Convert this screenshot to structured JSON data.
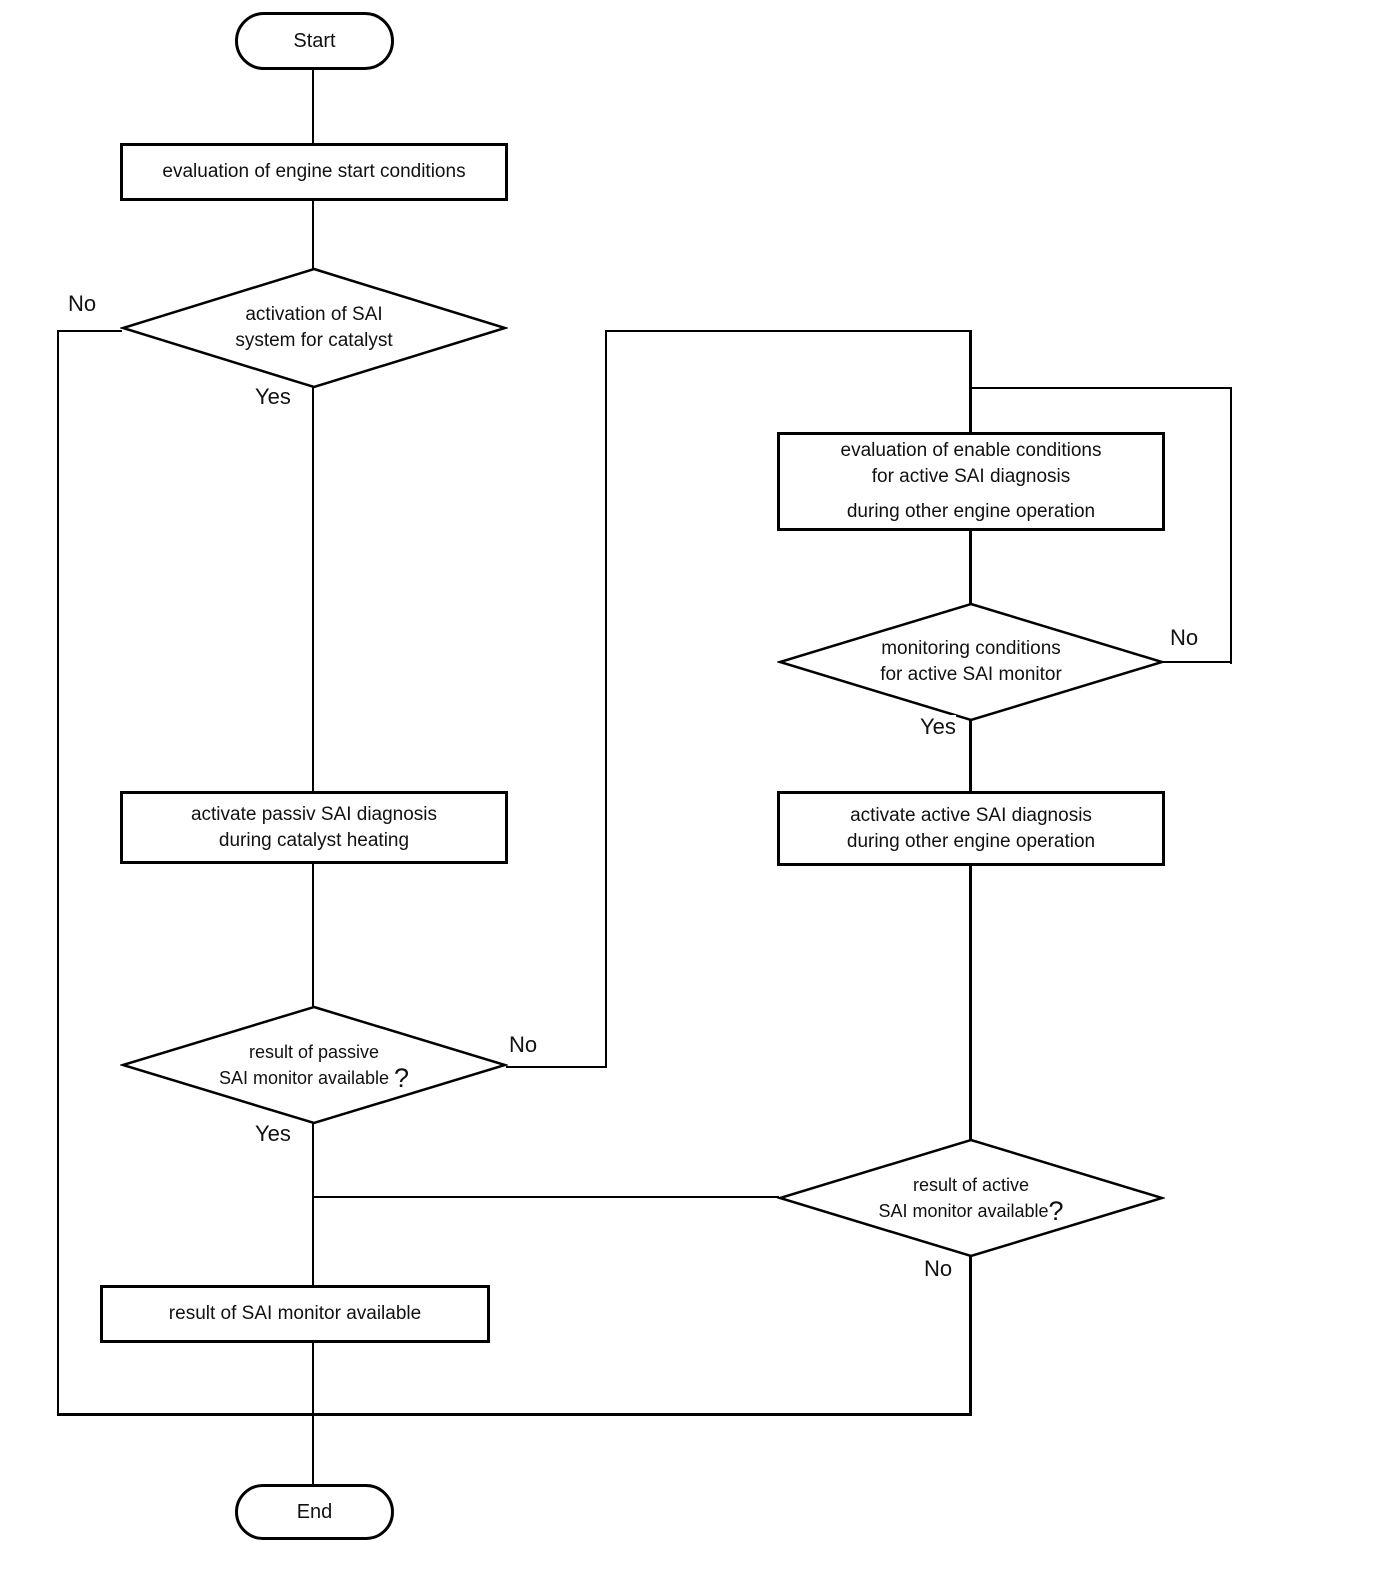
{
  "diagram": {
    "nodes": {
      "start": {
        "label": "Start"
      },
      "eval_start": {
        "label": "evaluation of engine start conditions"
      },
      "d_activation": {
        "lines": [
          "activation of SAI",
          "system for catalyst"
        ]
      },
      "eval_enable": {
        "lines": [
          "evaluation of enable conditions",
          "for active SAI diagnosis",
          "during other engine operation"
        ]
      },
      "d_monitoring": {
        "lines": [
          "monitoring conditions",
          "for active SAI monitor"
        ]
      },
      "activate_passiv": {
        "lines": [
          "activate passiv SAI diagnosis",
          "during catalyst heating"
        ]
      },
      "activate_active": {
        "lines": [
          "activate active SAI diagnosis",
          "during other engine operation"
        ]
      },
      "d_result_passive": {
        "lines": [
          "result of passive",
          "SAI monitor available "
        ],
        "qmark": "?"
      },
      "d_result_active": {
        "lines": [
          "result of active",
          "SAI monitor available"
        ],
        "qmark": "?"
      },
      "result": {
        "label": "result of SAI monitor available"
      },
      "end": {
        "label": "End"
      }
    },
    "edge_labels": {
      "d_activation_no": "No",
      "d_activation_yes": "Yes",
      "d_monitoring_no": "No",
      "d_monitoring_yes": "Yes",
      "d_result_passive_no": "No",
      "d_result_passive_yes": "Yes",
      "d_result_active_no": "No"
    },
    "colors": {
      "stroke": "#000000",
      "fill": "#ffffff"
    }
  }
}
